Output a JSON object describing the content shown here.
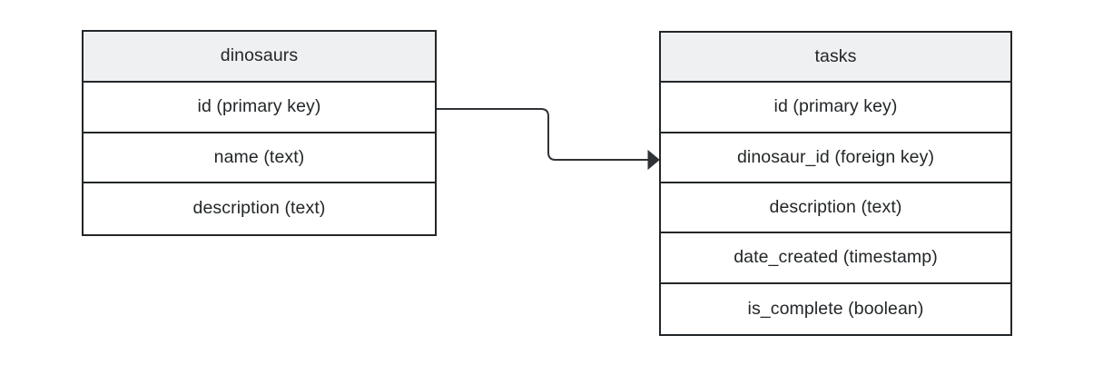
{
  "diagram": {
    "type": "entity-relationship-diagram",
    "background_color": "#ffffff",
    "border_color": "#232628",
    "header_fill_color": "#eff0f2",
    "text_color": "#232628",
    "connector_color": "#2f3337"
  },
  "entities": [
    {
      "name": "dinosaurs",
      "title": "dinosaurs",
      "fields": [
        {
          "label": "id (primary key)"
        },
        {
          "label": "name (text)"
        },
        {
          "label": "description (text)"
        }
      ]
    },
    {
      "name": "tasks",
      "title": "tasks",
      "fields": [
        {
          "label": "id (primary key)"
        },
        {
          "label": "dinosaur_id (foreign key)"
        },
        {
          "label": "description (text)"
        },
        {
          "label": "date_created (timestamp)"
        },
        {
          "label": "is_complete (boolean)"
        }
      ]
    }
  ],
  "relationship": {
    "name": "dinosaurs-id-to-tasks-dinosaur-id",
    "from_entity": "dinosaurs",
    "from_field": "id (primary key)",
    "to_entity": "tasks",
    "to_field": "dinosaur_id (foreign key)",
    "marker": "arrow-head-icon"
  }
}
